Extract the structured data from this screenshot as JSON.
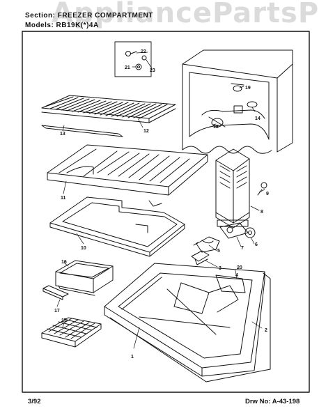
{
  "header": {
    "section_label": "Section: FREEZER COMPARTMENT",
    "model_label": "Models: RB19K(*)4A"
  },
  "watermark": "AppliancePartsPros.com",
  "footer": {
    "date": "3/92",
    "drawing_no": "Drw No: A-43-198"
  },
  "callouts": [
    "1",
    "2",
    "3",
    "4",
    "5",
    "6",
    "7",
    "8",
    "9",
    "10",
    "11",
    "12",
    "13",
    "14",
    "15",
    "16",
    "17",
    "18",
    "19",
    "20",
    "21",
    "22",
    "23"
  ]
}
